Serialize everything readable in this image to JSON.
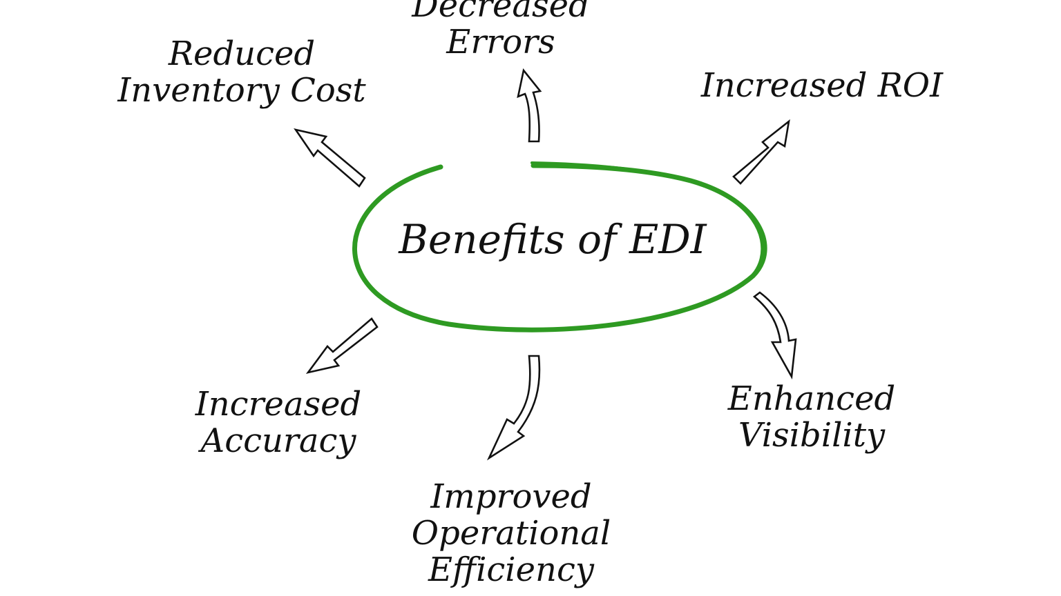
{
  "center": {
    "title": "Benefits of EDI",
    "ring_color": "#2e9a22"
  },
  "benefits": [
    {
      "id": "decreased-errors",
      "line1": "Decreased",
      "line2": "Errors"
    },
    {
      "id": "reduced-inventory-cost",
      "line1": "Reduced",
      "line2": "Inventory Cost"
    },
    {
      "id": "increased-roi",
      "line1": "Increased ROI"
    },
    {
      "id": "increased-accuracy",
      "line1": "Increased",
      "line2": "Accuracy"
    },
    {
      "id": "improved-operational-efficiency",
      "line1": "Improved",
      "line2": "Operational",
      "line3": "Efficiency"
    },
    {
      "id": "enhanced-visibility",
      "line1": "Enhanced",
      "line2": "Visibility"
    }
  ],
  "ink_color": "#111111"
}
